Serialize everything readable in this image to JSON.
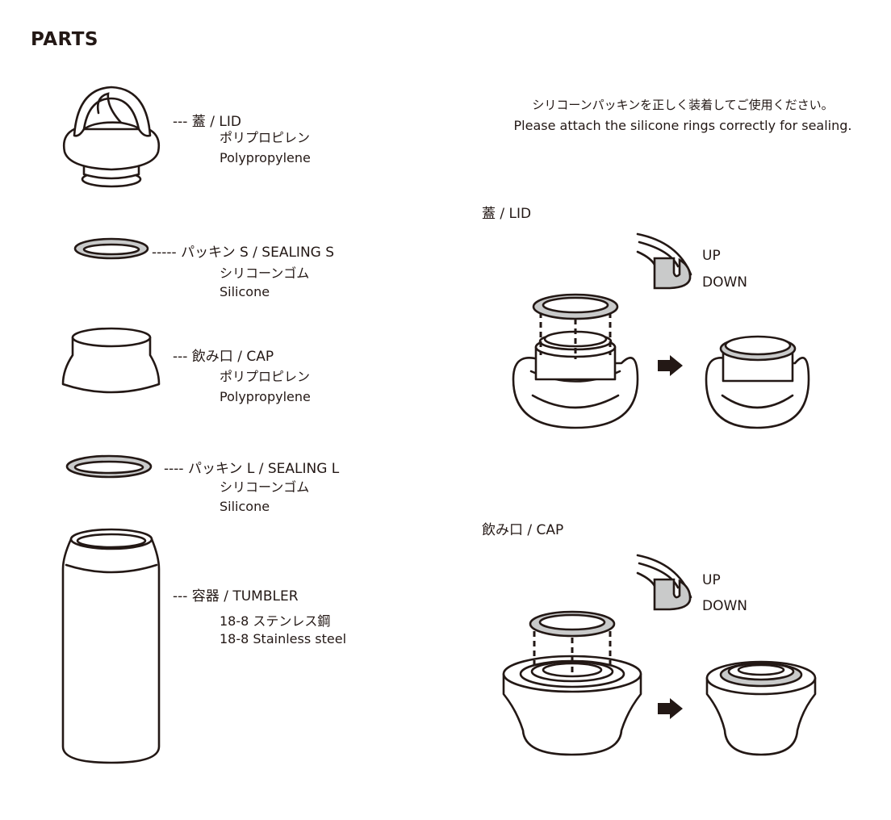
{
  "title": "PARTS",
  "parts": [
    {
      "name": "--- 蓋 / LID",
      "material_ja": "ポリプロピレン",
      "material_en": "Polypropylene"
    },
    {
      "name": "----- パッキン S / SEALING S",
      "material_ja": "シリコーンゴム",
      "material_en": "Silicone"
    },
    {
      "name": "--- 飲み口 / CAP",
      "material_ja": "ポリプロピレン",
      "material_en": "Polypropylene"
    },
    {
      "name": "---- パッキン L / SEALING L",
      "material_ja": "シリコーンゴム",
      "material_en": "Silicone"
    },
    {
      "name": "--- 容器 / TUMBLER",
      "material_ja": "18-8 ステンレス鋼",
      "material_en": "18-8 Stainless steel"
    }
  ],
  "instructions": {
    "ja": "シリコーンパッキンを正しく装着してご使用ください。",
    "en": "Please attach the silicone rings correctly for sealing."
  },
  "sections": [
    {
      "heading": "蓋 / LID",
      "up": "UP",
      "down": "DOWN"
    },
    {
      "heading": "飲み口 / CAP",
      "up": "UP",
      "down": "DOWN"
    }
  ],
  "colors": {
    "ink": "#231815",
    "silicone": "#c9caca"
  }
}
